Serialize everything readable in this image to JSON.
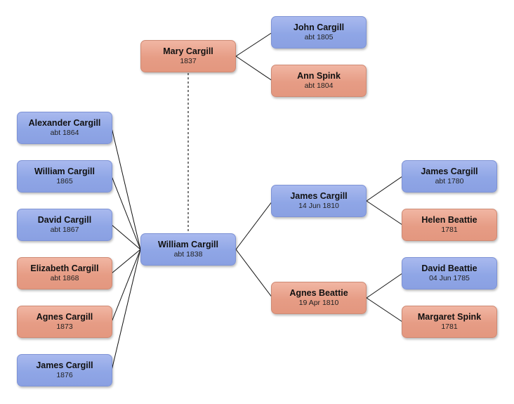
{
  "people": {
    "mary": {
      "name": "Mary Cargill",
      "date": "1837",
      "sex": "female"
    },
    "john": {
      "name": "John Cargill",
      "date": "abt 1805",
      "sex": "male"
    },
    "ann": {
      "name": "Ann Spink",
      "date": "abt 1804",
      "sex": "female"
    },
    "alexander": {
      "name": "Alexander Cargill",
      "date": "abt 1864",
      "sex": "male"
    },
    "william_c": {
      "name": "William Cargill",
      "date": "1865",
      "sex": "male"
    },
    "david_c": {
      "name": "David Cargill",
      "date": "abt 1867",
      "sex": "male"
    },
    "elizabeth": {
      "name": "Elizabeth Cargill",
      "date": "abt 1868",
      "sex": "female"
    },
    "agnes_c": {
      "name": "Agnes Cargill",
      "date": "1873",
      "sex": "female"
    },
    "james_c": {
      "name": "James Cargill",
      "date": "1876",
      "sex": "male"
    },
    "william": {
      "name": "William Cargill",
      "date": "abt 1838",
      "sex": "male"
    },
    "james_f": {
      "name": "James Cargill",
      "date": "14 Jun 1810",
      "sex": "male"
    },
    "agnes_b": {
      "name": "Agnes Beattie",
      "date": "19 Apr 1810",
      "sex": "female"
    },
    "james_gf": {
      "name": "James Cargill",
      "date": "abt 1780",
      "sex": "male"
    },
    "helen": {
      "name": "Helen Beattie",
      "date": "1781",
      "sex": "female"
    },
    "david_b": {
      "name": "David Beattie",
      "date": "04 Jun 1785",
      "sex": "male"
    },
    "margaret": {
      "name": "Margaret Spink",
      "date": "1781",
      "sex": "female"
    }
  },
  "colors": {
    "male": "#8fa6e6",
    "female": "#e69c85",
    "line": "#111111"
  }
}
